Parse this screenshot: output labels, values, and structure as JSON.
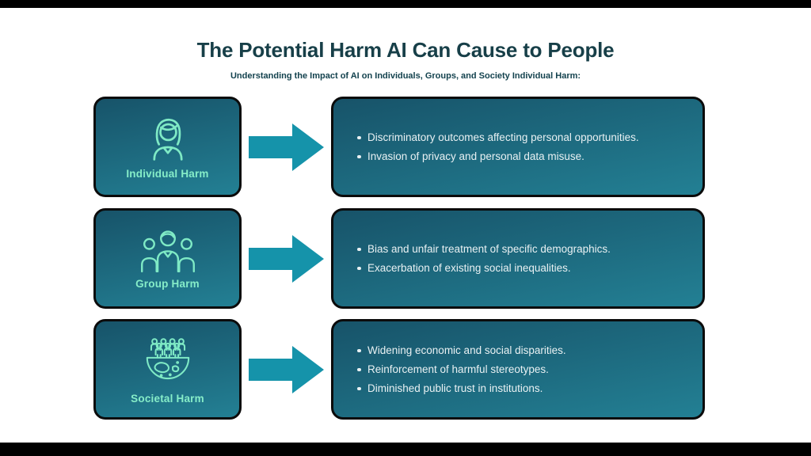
{
  "header": {
    "title": "The Potential Harm AI Can Cause to People",
    "subtitle": "Understanding the Impact of AI on Individuals, Groups, and Society Individual Harm:"
  },
  "colors": {
    "background": "#ffffff",
    "top_bar": "#000000",
    "bottom_bar": "#000000",
    "title_text": "#173f48",
    "subtitle_text": "#13424e",
    "card_grad_top": "#175369",
    "card_grad_bottom": "#238094",
    "card_border": "#0b0b0b",
    "label_text": "#86edc8",
    "icon_stroke": "#7feac5",
    "bullet_text": "#e9f1f3",
    "arrow": "#1593aa"
  },
  "rows": [
    {
      "label": "Individual Harm",
      "icon": "woman-person-icon",
      "bullets": [
        "Discriminatory outcomes affecting personal opportunities.",
        "Invasion of privacy and personal data misuse."
      ]
    },
    {
      "label": "Group Harm",
      "icon": "group-people-icon",
      "bullets": [
        "Bias and unfair treatment of specific demographics.",
        "Exacerbation of existing social inequalities."
      ]
    },
    {
      "label": "Societal Harm",
      "icon": "globe-people-icon",
      "bullets": [
        "Widening economic and social disparities.",
        "Reinforcement of harmful stereotypes.",
        "Diminished public trust in institutions."
      ]
    }
  ]
}
